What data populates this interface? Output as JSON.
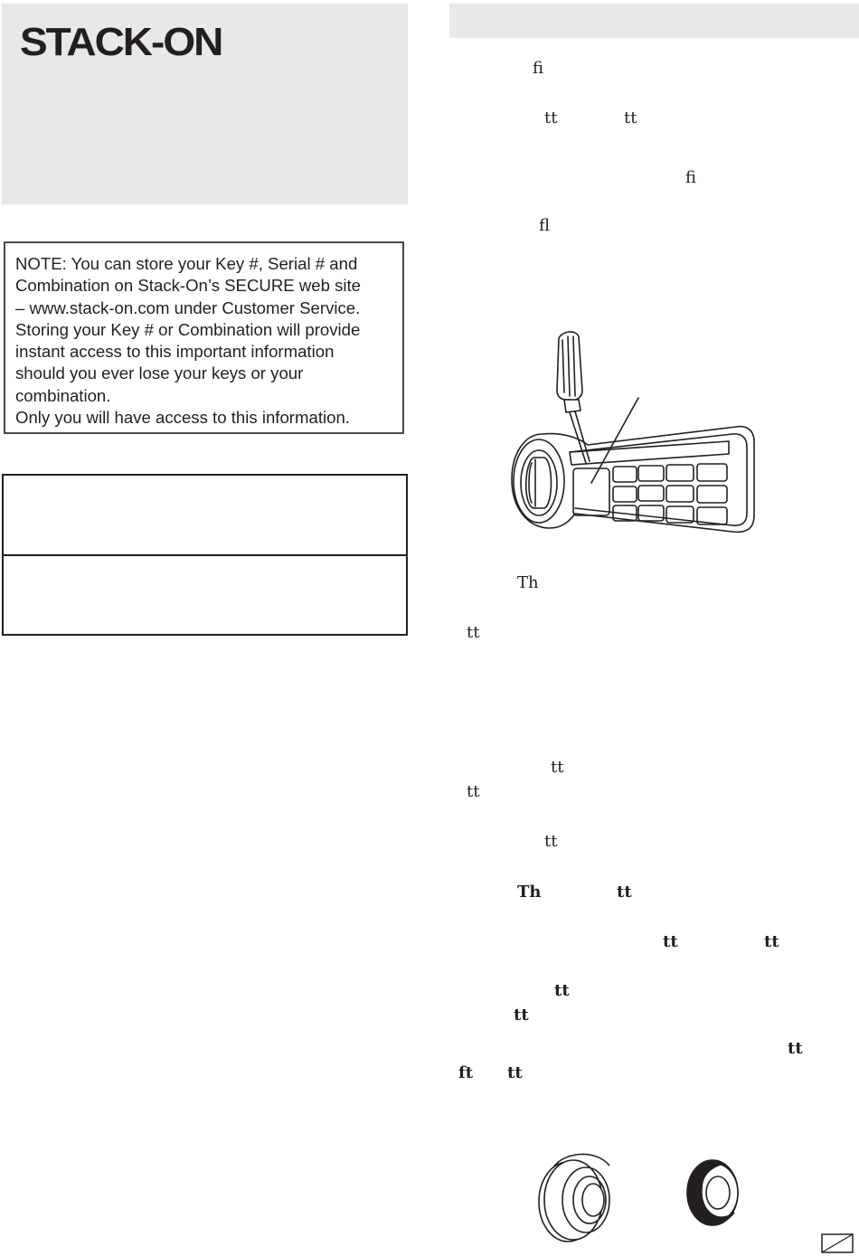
{
  "header": {
    "logo_text": "STACK-ON"
  },
  "note": {
    "lines": [
      "NOTE:  You can store your Key #, Serial # and",
      "Combination on Stack-On’s SECURE web site",
      "– www.stack-on.com under Customer Service.",
      "Storing your Key # or Combination will provide",
      "instant access to this important information",
      "should you ever lose your keys or your",
      "combination.",
      "Only you will have access to this information."
    ]
  },
  "right_column": {
    "ligatures": [
      {
        "text": "ﬁ"
      },
      {
        "text": "tt"
      },
      {
        "text": "tt"
      },
      {
        "text": "ﬁ"
      },
      {
        "text": "ﬂ"
      },
      {
        "text": "Th"
      },
      {
        "text": "tt"
      },
      {
        "text": "tt"
      },
      {
        "text": "tt"
      },
      {
        "text": "tt"
      },
      {
        "text": "Th"
      },
      {
        "text": "tt"
      },
      {
        "text": "tt"
      },
      {
        "text": "tt"
      },
      {
        "text": "tt"
      },
      {
        "text": "tt"
      },
      {
        "text": "tt"
      },
      {
        "text": "ft"
      },
      {
        "text": "tt"
      }
    ]
  },
  "icons": {
    "keypad_figure": "keypad-with-screwdriver-illustration",
    "rings_figure": "lock-grommet-rings-illustration"
  }
}
